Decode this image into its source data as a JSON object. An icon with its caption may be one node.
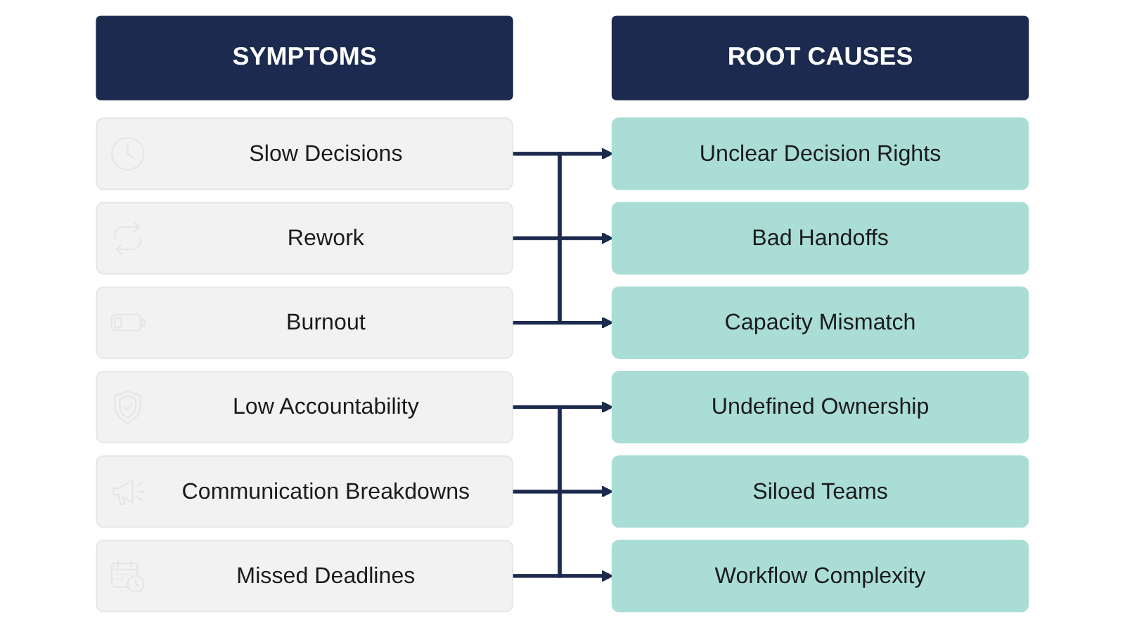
{
  "diagram": {
    "nodes": [
      {
        "text": [
          "SYMPTOMS"
        ]
      },
      {
        "text": [
          "ROOT CAUSES"
        ]
      },
      {
        "text": [
          "Slow Decisions"
        ]
      },
      {
        "text": [
          "Unclear Decision Rights"
        ]
      },
      {
        "text": [
          "Rework"
        ]
      },
      {
        "text": [
          "Bad Handoffs"
        ]
      },
      {
        "text": [
          "Burnout"
        ]
      },
      {
        "text": [
          "Capacity Mismatch"
        ]
      },
      {
        "text": [
          "Low Accountability"
        ]
      },
      {
        "text": [
          "Undefined Ownership"
        ]
      },
      {
        "text": [
          "Communication Breakdowns"
        ]
      },
      {
        "text": [
          "Siloed Teams"
        ]
      },
      {
        "text": [
          "Missed Deadlines"
        ]
      },
      {
        "text": [
          "Workflow Complexity"
        ]
      }
    ],
    "edges": [
      {
        "from": 2,
        "to": 3,
        "arrow": "to"
      },
      {
        "from": 2,
        "to": 5,
        "arrow": "to"
      },
      {
        "from": 2,
        "to": 7,
        "arrow": "to"
      },
      {
        "from": 4,
        "to": 3,
        "arrow": "to"
      },
      {
        "from": 4,
        "to": 5,
        "arrow": "to"
      },
      {
        "from": 4,
        "to": 7,
        "arrow": "to"
      },
      {
        "from": 6,
        "to": 3,
        "arrow": "to"
      },
      {
        "from": 6,
        "to": 5,
        "arrow": "to"
      },
      {
        "from": 6,
        "to": 7,
        "arrow": "to"
      },
      {
        "from": 8,
        "to": 9,
        "arrow": "to"
      },
      {
        "from": 8,
        "to": 11,
        "arrow": "to"
      },
      {
        "from": 8,
        "to": 13,
        "arrow": "to"
      },
      {
        "from": 10,
        "to": 9,
        "arrow": "to"
      },
      {
        "from": 10,
        "to": 11,
        "arrow": "to"
      },
      {
        "from": 10,
        "to": 13,
        "arrow": "to"
      },
      {
        "from": 12,
        "to": 9,
        "arrow": "to"
      },
      {
        "from": 12,
        "to": 11,
        "arrow": "to"
      },
      {
        "from": 12,
        "to": 13,
        "arrow": "to"
      }
    ]
  }
}
